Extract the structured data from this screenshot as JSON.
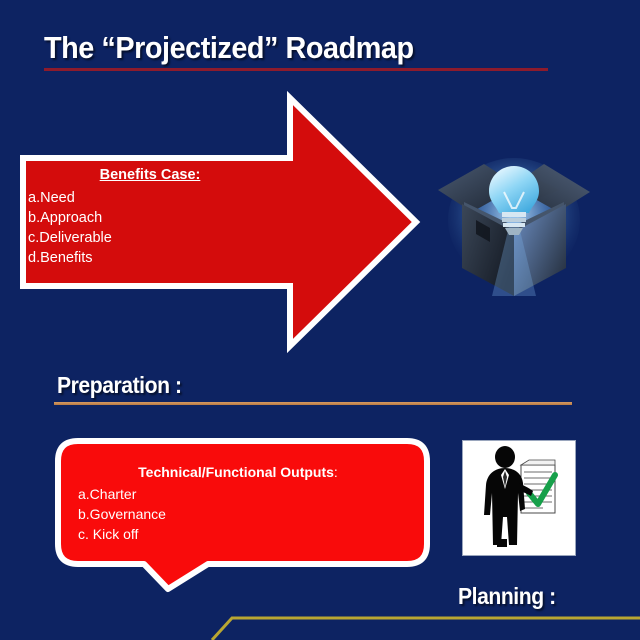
{
  "slide": {
    "title": "The “Projectized” Roadmap",
    "background_color": "#0d2362",
    "accent_red": "#d40c0c",
    "title_rule_color": "#8d1b2c",
    "prep_rule_color": "#c98a52",
    "gold_path_color": "#b9a632"
  },
  "arrow": {
    "heading": "Benefits Case:",
    "items": [
      "a.Need",
      "b.Approach",
      "c.Deliverable",
      "d.Benefits"
    ]
  },
  "sections": {
    "preparation_label": "Preparation :",
    "planning_label": "Planning :"
  },
  "bubble": {
    "heading": "Technical/Functional Outputs",
    "heading_colon": ":",
    "items": [
      "a.Charter",
      "b.Governance",
      "c. Kick off"
    ]
  },
  "images": {
    "box_bulb_alt": "open-box-with-glowing-lightbulb",
    "checklist_alt": "businessman-with-checklist-green-check"
  }
}
